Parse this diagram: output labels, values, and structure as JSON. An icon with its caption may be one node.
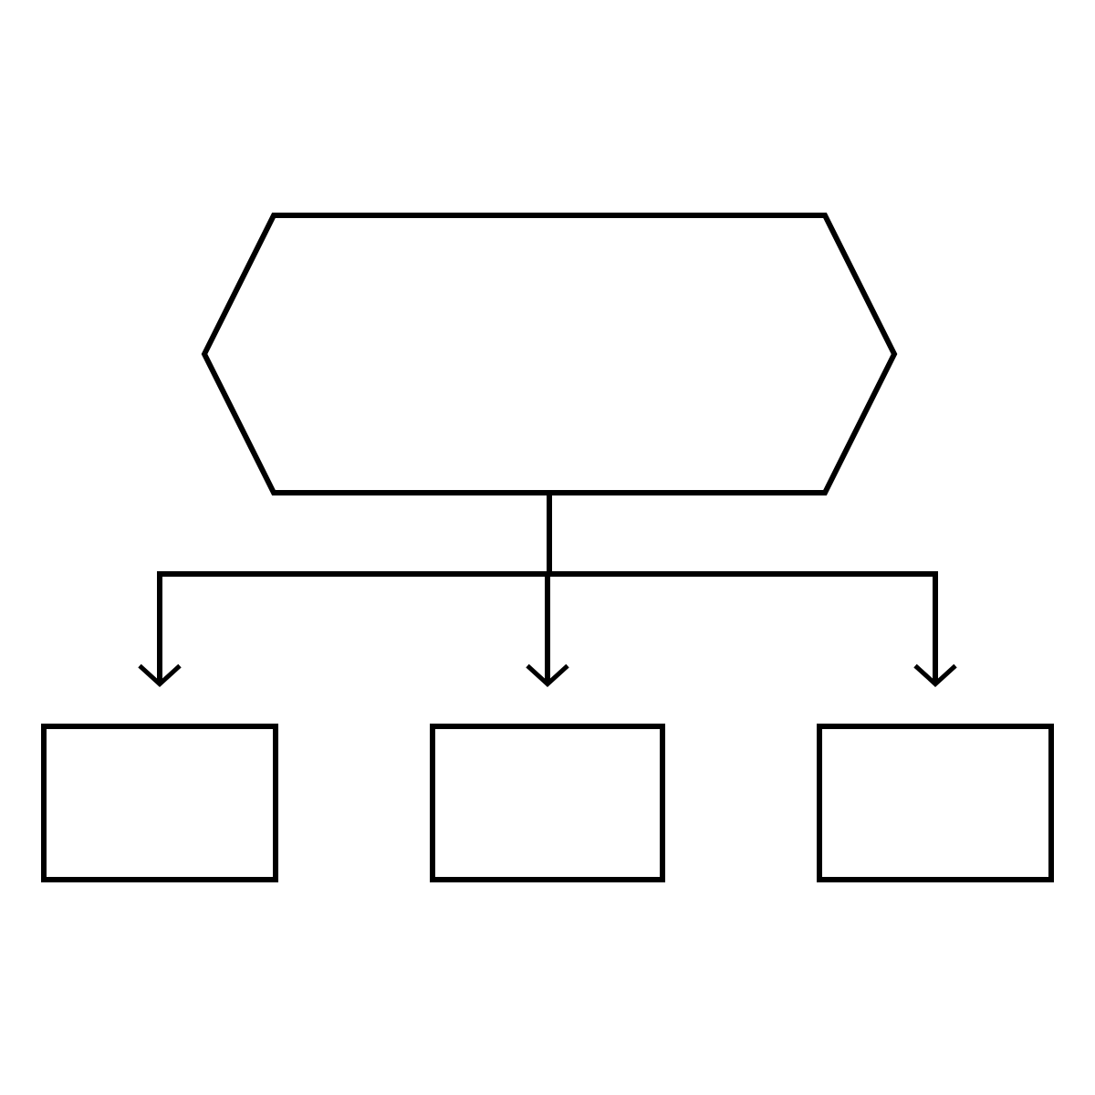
{
  "diagram": {
    "nodes": [
      {
        "text": [],
        "shape": "hexagon"
      },
      {
        "text": [],
        "shape": "box"
      },
      {
        "text": [],
        "shape": "box"
      },
      {
        "text": [],
        "shape": "box"
      }
    ],
    "edges": [
      {
        "from": 0,
        "to": 1,
        "arrow": "to"
      },
      {
        "from": 0,
        "to": 2,
        "arrow": "to"
      },
      {
        "from": 0,
        "to": 3,
        "arrow": "to"
      }
    ]
  }
}
